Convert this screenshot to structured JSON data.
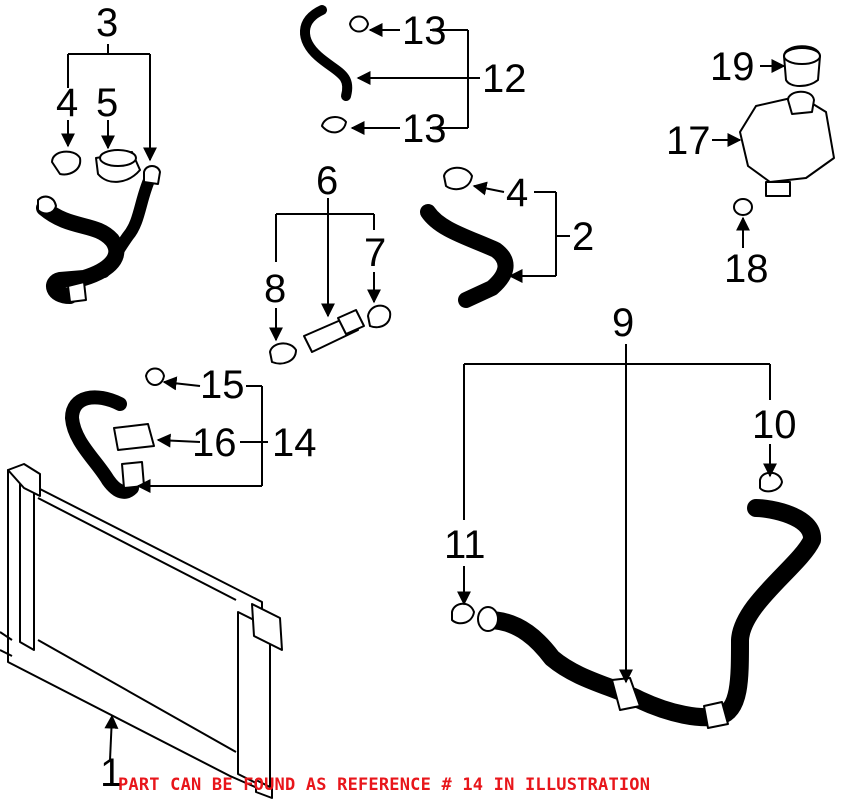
{
  "labels": {
    "l1": "1",
    "l2": "2",
    "l3": "3",
    "l4a": "4",
    "l4b": "4",
    "l5": "5",
    "l6": "6",
    "l7": "7",
    "l8": "8",
    "l9": "9",
    "l10": "10",
    "l11": "11",
    "l12": "12",
    "l13a": "13",
    "l13b": "13",
    "l14": "14",
    "l15": "15",
    "l16": "16",
    "l17": "17",
    "l18": "18",
    "l19": "19"
  },
  "note": "PART CAN BE FOUND AS REFERENCE # 14 IN ILLUSTRATION",
  "colors": {
    "note": "#e8161b",
    "ink": "#000000",
    "background": "#ffffff"
  }
}
